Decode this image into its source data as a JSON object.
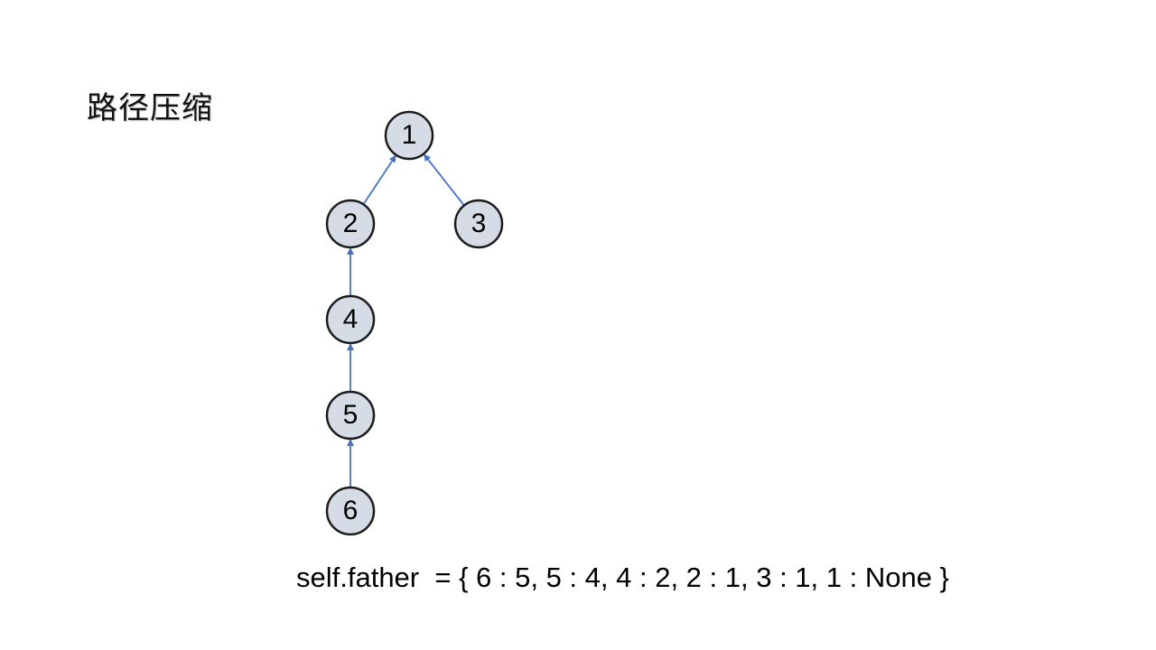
{
  "title": "路径压缩",
  "nodes": [
    {
      "id": "1",
      "label": "1"
    },
    {
      "id": "2",
      "label": "2"
    },
    {
      "id": "3",
      "label": "3"
    },
    {
      "id": "4",
      "label": "4"
    },
    {
      "id": "5",
      "label": "5"
    },
    {
      "id": "6",
      "label": "6"
    }
  ],
  "edges": [
    {
      "from": "2",
      "to": "1"
    },
    {
      "from": "3",
      "to": "1"
    },
    {
      "from": "4",
      "to": "2"
    },
    {
      "from": "5",
      "to": "4"
    },
    {
      "from": "6",
      "to": "5"
    }
  ],
  "father_expression": "self.father  = { 6 : 5, 5 : 4, 4 : 2, 2 : 1, 3 : 1, 1 : None }",
  "colors": {
    "node_fill": "#d6dce5",
    "node_stroke": "#1c1c1c",
    "edge": "#4472c4"
  }
}
